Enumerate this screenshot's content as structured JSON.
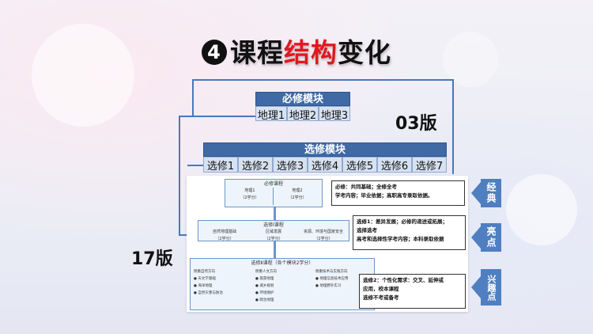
{
  "title": {
    "num": "4",
    "pre": "课程",
    "red": "结构",
    "post": "变化"
  },
  "v03": {
    "label": "03版",
    "required_header": "必修模块",
    "required_cells": [
      "地理1",
      "地理2",
      "地理3"
    ],
    "elective_header": "选修模块",
    "elective_cells": [
      "选修1",
      "选修2",
      "选修3",
      "选修4",
      "选修5",
      "选修6",
      "选修7"
    ]
  },
  "v17": {
    "label": "17版",
    "required": {
      "title": "必修课程",
      "cells": [
        [
          "地理1",
          "（2学分）"
        ],
        [
          "地理2",
          "（2学分）"
        ]
      ]
    },
    "select1": {
      "title": "选修Ⅰ课程",
      "cells": [
        [
          "自然地理基础",
          "（2学分）"
        ],
        [
          "区域发展",
          "（2学分）"
        ],
        [
          "资源、环境与国家安全",
          "（2学分）"
        ]
      ]
    },
    "select2": {
      "title": "选修Ⅱ课程（各个模块2学分）",
      "cols": [
        {
          "head": "侧重自然方向",
          "items": [
            "天文学基础",
            "海洋地理",
            "自然灾害与防治"
          ]
        },
        {
          "head": "侧重人文方向",
          "items": [
            "旅游地理",
            "城乡规划",
            "环境保护",
            "政治地理"
          ]
        },
        {
          "head": "侧重技术与实践方向",
          "items": [
            "地理信息技术应用",
            "地理野外实习"
          ]
        }
      ]
    },
    "notes": [
      [
        "必修：共同基础；全修全考",
        "学考内容；毕业依据；高职高专录取依据。"
      ],
      [
        "选修1：差异发展；必修的递进或拓展；",
        "选择选考",
        "高考和选择性学考内容；本科录取依据"
      ],
      [
        "选修2：个性化需求：交叉、延伸或",
        "应用，校本课程",
        "选修不考或备考"
      ]
    ]
  },
  "tags": [
    "经典",
    "亮点",
    "兴趣点"
  ],
  "colors": {
    "accent": "#3f6aa6",
    "title_red": "#e0181f",
    "tag_blue": "#4f7fc0"
  }
}
